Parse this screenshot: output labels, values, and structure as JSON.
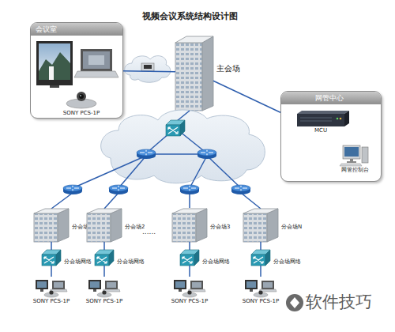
{
  "diagram": {
    "title": "视频会议系统结构设计图",
    "nodes": [
      {
        "text": [
          "会议室"
        ]
      },
      {
        "text": [
          "SONY PCS-1P"
        ],
        "in": 0
      },
      {
        "text": [
          "主会场"
        ]
      },
      {
        "text": [
          "网管中心"
        ]
      },
      {
        "text": [
          "MCU"
        ],
        "in": 3
      },
      {
        "text": [
          "网管控制台"
        ],
        "in": 3
      },
      {
        "text": [
          "分会场1"
        ]
      },
      {
        "text": [
          "分会场2"
        ]
      },
      {
        "text": [
          "分会场3"
        ]
      },
      {
        "text": [
          "分会场N"
        ]
      },
      {
        "text": [
          "分会场网络"
        ]
      },
      {
        "text": [
          "分会场网络"
        ]
      },
      {
        "text": [
          "分会场网络"
        ]
      },
      {
        "text": [
          "分会场网络"
        ]
      },
      {
        "text": [
          "SONY PCS-1P"
        ]
      },
      {
        "text": [
          "SONY PCS-1P"
        ]
      },
      {
        "text": [
          "SONY PCS-1P"
        ]
      },
      {
        "text": [
          "SONY PCS-1P"
        ]
      }
    ],
    "edges": [
      {
        "from": 0,
        "to": 2,
        "arrow": "none"
      },
      {
        "from": 2,
        "to": 3,
        "arrow": "none"
      },
      {
        "from": 6,
        "to": 10,
        "arrow": "none"
      },
      {
        "from": 7,
        "to": 11,
        "arrow": "none"
      },
      {
        "from": 8,
        "to": 12,
        "arrow": "none"
      },
      {
        "from": 9,
        "to": 13,
        "arrow": "none"
      },
      {
        "from": 10,
        "to": 14,
        "arrow": "none"
      },
      {
        "from": 11,
        "to": 15,
        "arrow": "none"
      },
      {
        "from": 12,
        "to": 16,
        "arrow": "none"
      },
      {
        "from": 13,
        "to": 17,
        "arrow": "none"
      }
    ],
    "labels": [
      "......",
      "软件技巧"
    ]
  }
}
